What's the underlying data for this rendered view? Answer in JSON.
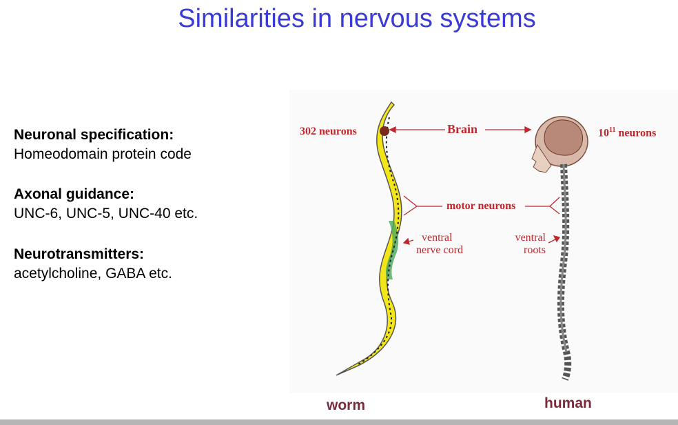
{
  "title": "Similarities in nervous systems",
  "items": [
    {
      "heading": "Neuronal specification:",
      "text": "Homeodomain protein code"
    },
    {
      "heading": "Axonal guidance:",
      "text": "UNC-6, UNC-5, UNC-40 etc."
    },
    {
      "heading": "Neurotransmitters:",
      "text": "acetylcholine, GABA etc."
    }
  ],
  "diagram": {
    "worm_neurons": "302 neurons",
    "brain": "Brain",
    "human_neurons_base": "10",
    "human_neurons_exp": "11",
    "human_neurons_suffix": " neurons",
    "motor_neurons": "motor neurons",
    "ventral_nerve_cord_1": "ventral",
    "ventral_nerve_cord_2": "nerve cord",
    "ventral_roots_1": "ventral",
    "ventral_roots_2": "roots"
  },
  "captions": {
    "worm": "worm",
    "human": "human"
  },
  "colors": {
    "title": "#3a3ad6",
    "label": "#c0272d",
    "caption": "#7a2a3a"
  }
}
